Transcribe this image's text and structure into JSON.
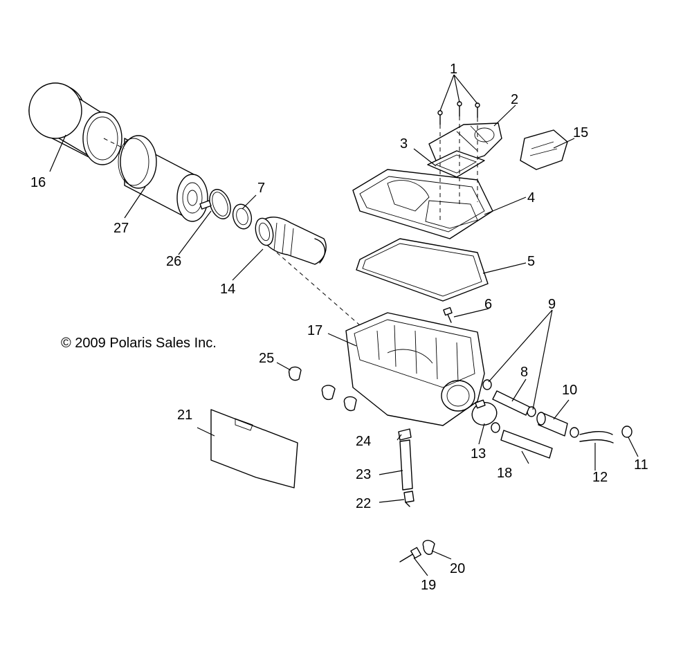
{
  "copyright": "© 2009 Polaris Sales Inc.",
  "callouts": {
    "c1": "1",
    "c2": "2",
    "c3": "3",
    "c4": "4",
    "c5": "5",
    "c6": "6",
    "c7": "7",
    "c8": "8",
    "c9": "9",
    "c10": "10",
    "c11": "11",
    "c12": "12",
    "c13": "13",
    "c14": "14",
    "c15": "15",
    "c16": "16",
    "c17": "17",
    "c18": "18",
    "c19": "19",
    "c20": "20",
    "c21": "21",
    "c22": "22",
    "c23": "23",
    "c24": "24",
    "c25": "25",
    "c26": "26",
    "c27": "27"
  }
}
